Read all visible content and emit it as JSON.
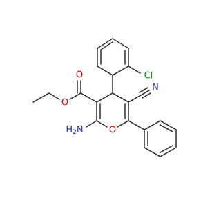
{
  "molecule": {
    "atoms": {
      "oxygen_ester_carbonyl": {
        "text": "O",
        "color": "#d40000"
      },
      "oxygen_ester_ether": {
        "text": "O",
        "color": "#d40000"
      },
      "oxygen_ring": {
        "text": "O",
        "color": "#d40000"
      },
      "amine": {
        "text": "H2N",
        "color": "#2a3bbf"
      },
      "chlorine": {
        "text": "Cl",
        "color": "#1f8f1f"
      },
      "nitrile_nitrogen": {
        "text": "N",
        "color": "#2a3bbf"
      }
    },
    "colors": {
      "bond": "#3a3a3a",
      "oxygen": "#d40000",
      "nitrogen": "#2a3bbf",
      "chlorine": "#1f8f1f"
    }
  }
}
